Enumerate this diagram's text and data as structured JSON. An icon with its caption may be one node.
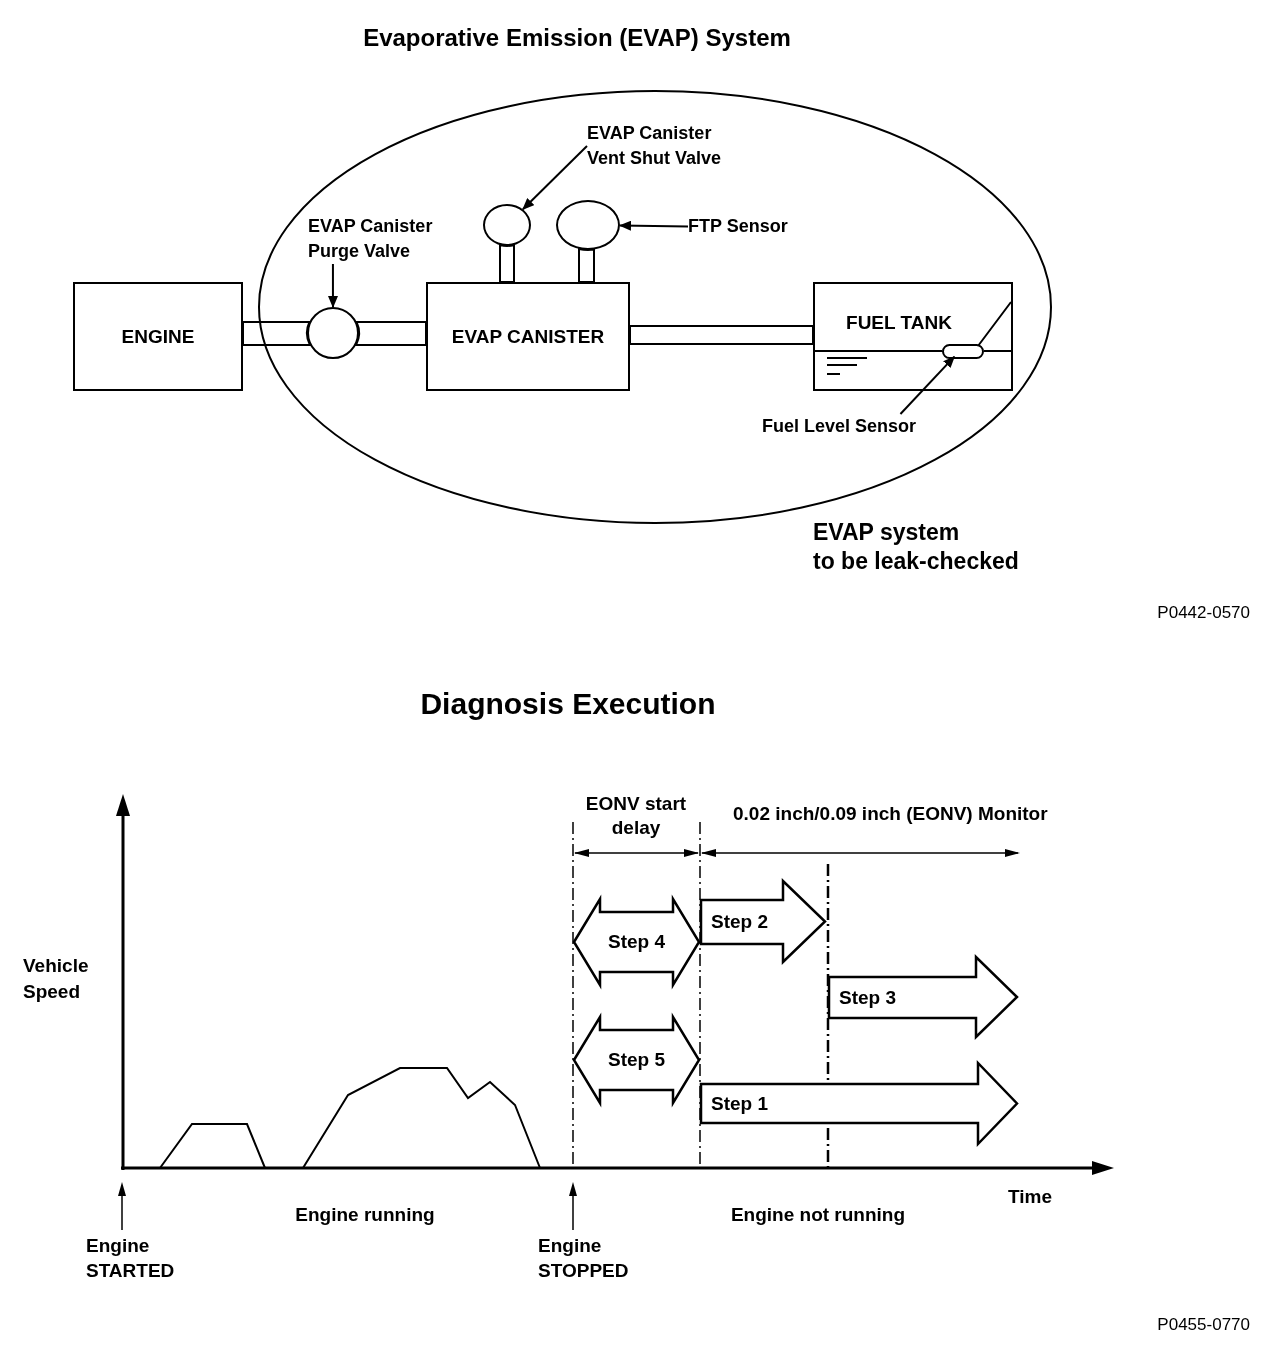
{
  "diagram": {
    "title": "Evaporative Emission (EVAP) System",
    "nodes": [
      {
        "text": [
          "EVAP system to be leak-checked"
        ]
      },
      {
        "text": [
          "ENGINE"
        ]
      },
      {
        "text": [],
        "shape": "circle",
        "in": 0
      },
      {
        "text": [
          "EVAP Canister Purge Valve"
        ],
        "in": 0
      },
      {
        "text": [
          "EVAP CANISTER"
        ],
        "in": 0
      },
      {
        "text": [],
        "shape": "circle",
        "in": 0
      },
      {
        "text": [
          "EVAP Canister Vent Shut Valve"
        ],
        "in": 0
      },
      {
        "text": [],
        "shape": "circle",
        "in": 0
      },
      {
        "text": [
          "FTP Sensor"
        ],
        "in": 0
      },
      {
        "text": [
          "FUEL TANK"
        ],
        "in": 0
      },
      {
        "text": [],
        "shape": "capsule",
        "in": 9
      },
      {
        "text": [
          "Fuel Level Sensor"
        ],
        "in": 0
      },
      {
        "text": [
          "Step 4"
        ]
      },
      {
        "text": [
          "Step 2"
        ]
      },
      {
        "text": [
          "Step 3"
        ]
      },
      {
        "text": [
          "Step 5"
        ]
      },
      {
        "text": [
          "Step 1"
        ]
      }
    ],
    "edges": [
      {
        "from": 1,
        "to": 2,
        "arrow": "none"
      },
      {
        "from": 2,
        "to": 4,
        "arrow": "none"
      },
      {
        "from": 4,
        "to": 5,
        "arrow": "none"
      },
      {
        "from": 4,
        "to": 7,
        "arrow": "none"
      },
      {
        "from": 4,
        "to": 9,
        "arrow": "none"
      },
      {
        "from": 3,
        "to": 2,
        "arrow": "to"
      },
      {
        "from": 6,
        "to": 5,
        "arrow": "to"
      },
      {
        "from": 8,
        "to": 7,
        "arrow": "to"
      },
      {
        "from": 11,
        "to": 10,
        "arrow": "to"
      }
    ],
    "labels": [
      "P0442-0570",
      "Diagnosis Execution",
      "EONV start delay",
      "0.02 inch/0.09 inch (EONV) Monitor",
      "Vehicle Speed",
      "Time",
      "Engine running",
      "Engine not running",
      "Engine STARTED",
      "Engine STOPPED",
      "P0455-0770"
    ]
  }
}
